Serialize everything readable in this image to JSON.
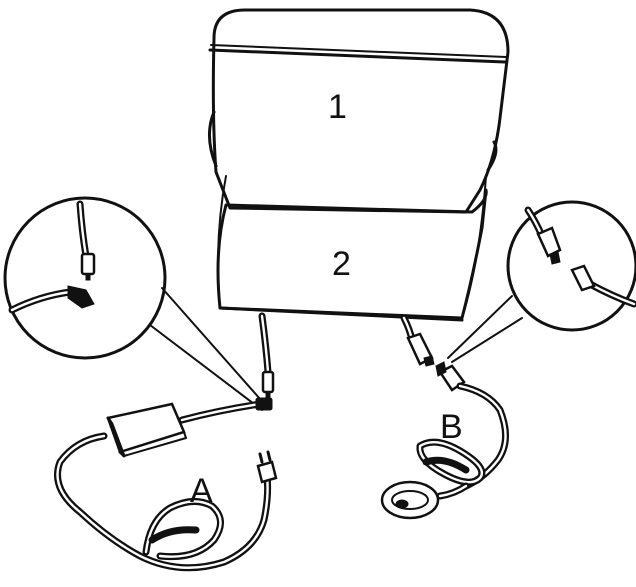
{
  "labels": {
    "section_1": "1",
    "section_2": "2",
    "adapter_cable": "A",
    "connector_cable": "B"
  },
  "colors": {
    "ink": "#111111",
    "background": "#ffffff"
  }
}
